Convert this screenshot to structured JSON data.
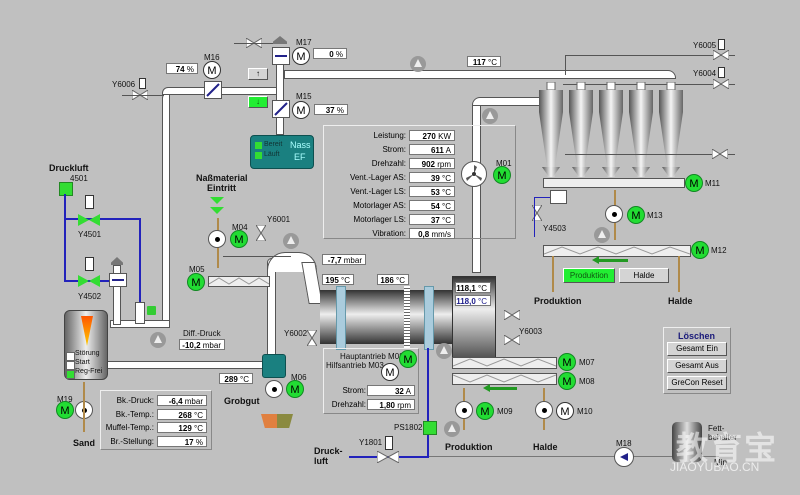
{
  "motors": {
    "m16": {
      "label": "M16",
      "value": "74",
      "unit": "%"
    },
    "m17": {
      "label": "M17",
      "value": "0",
      "unit": "%"
    },
    "m15": {
      "label": "M15",
      "value": "37",
      "unit": "%"
    },
    "m01": {
      "label": "M01"
    },
    "m04": {
      "label": "M04"
    },
    "m05": {
      "label": "M05"
    },
    "m06": {
      "label": "M06"
    },
    "m19": {
      "label": "M19"
    },
    "m11": {
      "label": "M11"
    },
    "m12": {
      "label": "M12"
    },
    "m13": {
      "label": "M13"
    },
    "m07": {
      "label": "M07"
    },
    "m08": {
      "label": "M08"
    },
    "m09": {
      "label": "M09"
    },
    "m10": {
      "label": "M10"
    },
    "m18": {
      "label": "M18"
    },
    "motor_glyph": "M"
  },
  "valves": {
    "y6006": "Y6006",
    "y6005": "Y6005",
    "y6004": "Y6004",
    "y6001": "Y6001",
    "y6002": "Y6002",
    "y6003": "Y6003",
    "y4501": "Y4501",
    "y4502": "Y4502",
    "y4503": "Y4503",
    "y1801": "Y1801"
  },
  "sensors": {
    "s4501": "4501",
    "ps1802": "PS1802"
  },
  "labels": {
    "druckluft": "Druckluft",
    "nassmaterial": "Naßmaterial",
    "eintritt": "Eintritt",
    "grobgut": "Grobgut",
    "sand": "Sand",
    "produktion": "Produktion",
    "halde": "Halde",
    "druck": "Druck-",
    "luft": "luft",
    "diff_druck": "Diff.-Druck",
    "hauptantrieb": "Hauptantrieb M02",
    "hilfsantrieb": "Hilfsantrieb M03",
    "fett1": "Fett-",
    "fett2": "behalter",
    "fett3": "Min",
    "watermark1": "教育宝",
    "watermark2": "JIAOYUBAO.CN"
  },
  "readings": {
    "temp_top": {
      "value": "117",
      "unit": "°C"
    },
    "diff_druck": {
      "value": "-10,2",
      "unit": "mbar"
    },
    "druck_drum": {
      "value": "-7,7",
      "unit": "mbar"
    },
    "temp_195": {
      "value": "195",
      "unit": "°C"
    },
    "temp_186": {
      "value": "186",
      "unit": "°C"
    },
    "temp_out1": {
      "value": "118,1",
      "unit": "°C"
    },
    "temp_out2": {
      "value": "118,0",
      "unit": "°C"
    },
    "temp_289": {
      "value": "289",
      "unit": "°C"
    }
  },
  "nass_ef": {
    "bereit": "Bereit",
    "lauft": "Läuft",
    "title1": "Nass",
    "title2": "EF",
    "up_label": "↑",
    "down_label": "↓"
  },
  "fan_panel": [
    {
      "label": "Leistung:",
      "value": "270",
      "unit": "KW"
    },
    {
      "label": "Strom:",
      "value": "611",
      "unit": "A"
    },
    {
      "label": "Drehzahl:",
      "value": "902",
      "unit": "rpm"
    },
    {
      "label": "Vent.-Lager AS:",
      "value": "39",
      "unit": "°C"
    },
    {
      "label": "Vent.-Lager LS:",
      "value": "53",
      "unit": "°C"
    },
    {
      "label": "Motorlager AS:",
      "value": "54",
      "unit": "°C"
    },
    {
      "label": "Motorlager LS:",
      "value": "37",
      "unit": "°C"
    },
    {
      "label": "Vibration:",
      "value": "0,8",
      "unit": "mm/s"
    }
  ],
  "drive_panel": [
    {
      "label": "Strom:",
      "value": "32",
      "unit": "A"
    },
    {
      "label": "Drehzahl:",
      "value": "1,80",
      "unit": "rpm"
    }
  ],
  "burner": {
    "status": [
      "Störung",
      "Start",
      "Reg-Frei"
    ]
  },
  "burner_panel": [
    {
      "label": "Bk.-Druck:",
      "value": "-6,4",
      "unit": "mbar"
    },
    {
      "label": "Bk.-Temp.:",
      "value": "268",
      "unit": "°C"
    },
    {
      "label": "Muffel-Temp.:",
      "value": "129",
      "unit": "°C"
    },
    {
      "label": "Br.-Stellung:",
      "value": "17",
      "unit": "%"
    }
  ],
  "route_buttons": {
    "produktion": "Produktion",
    "halde": "Halde"
  },
  "loeschen": {
    "title": "Löschen",
    "buttons": [
      "Gesamt Ein",
      "Gesamt Aus",
      "GreCon Reset"
    ]
  }
}
